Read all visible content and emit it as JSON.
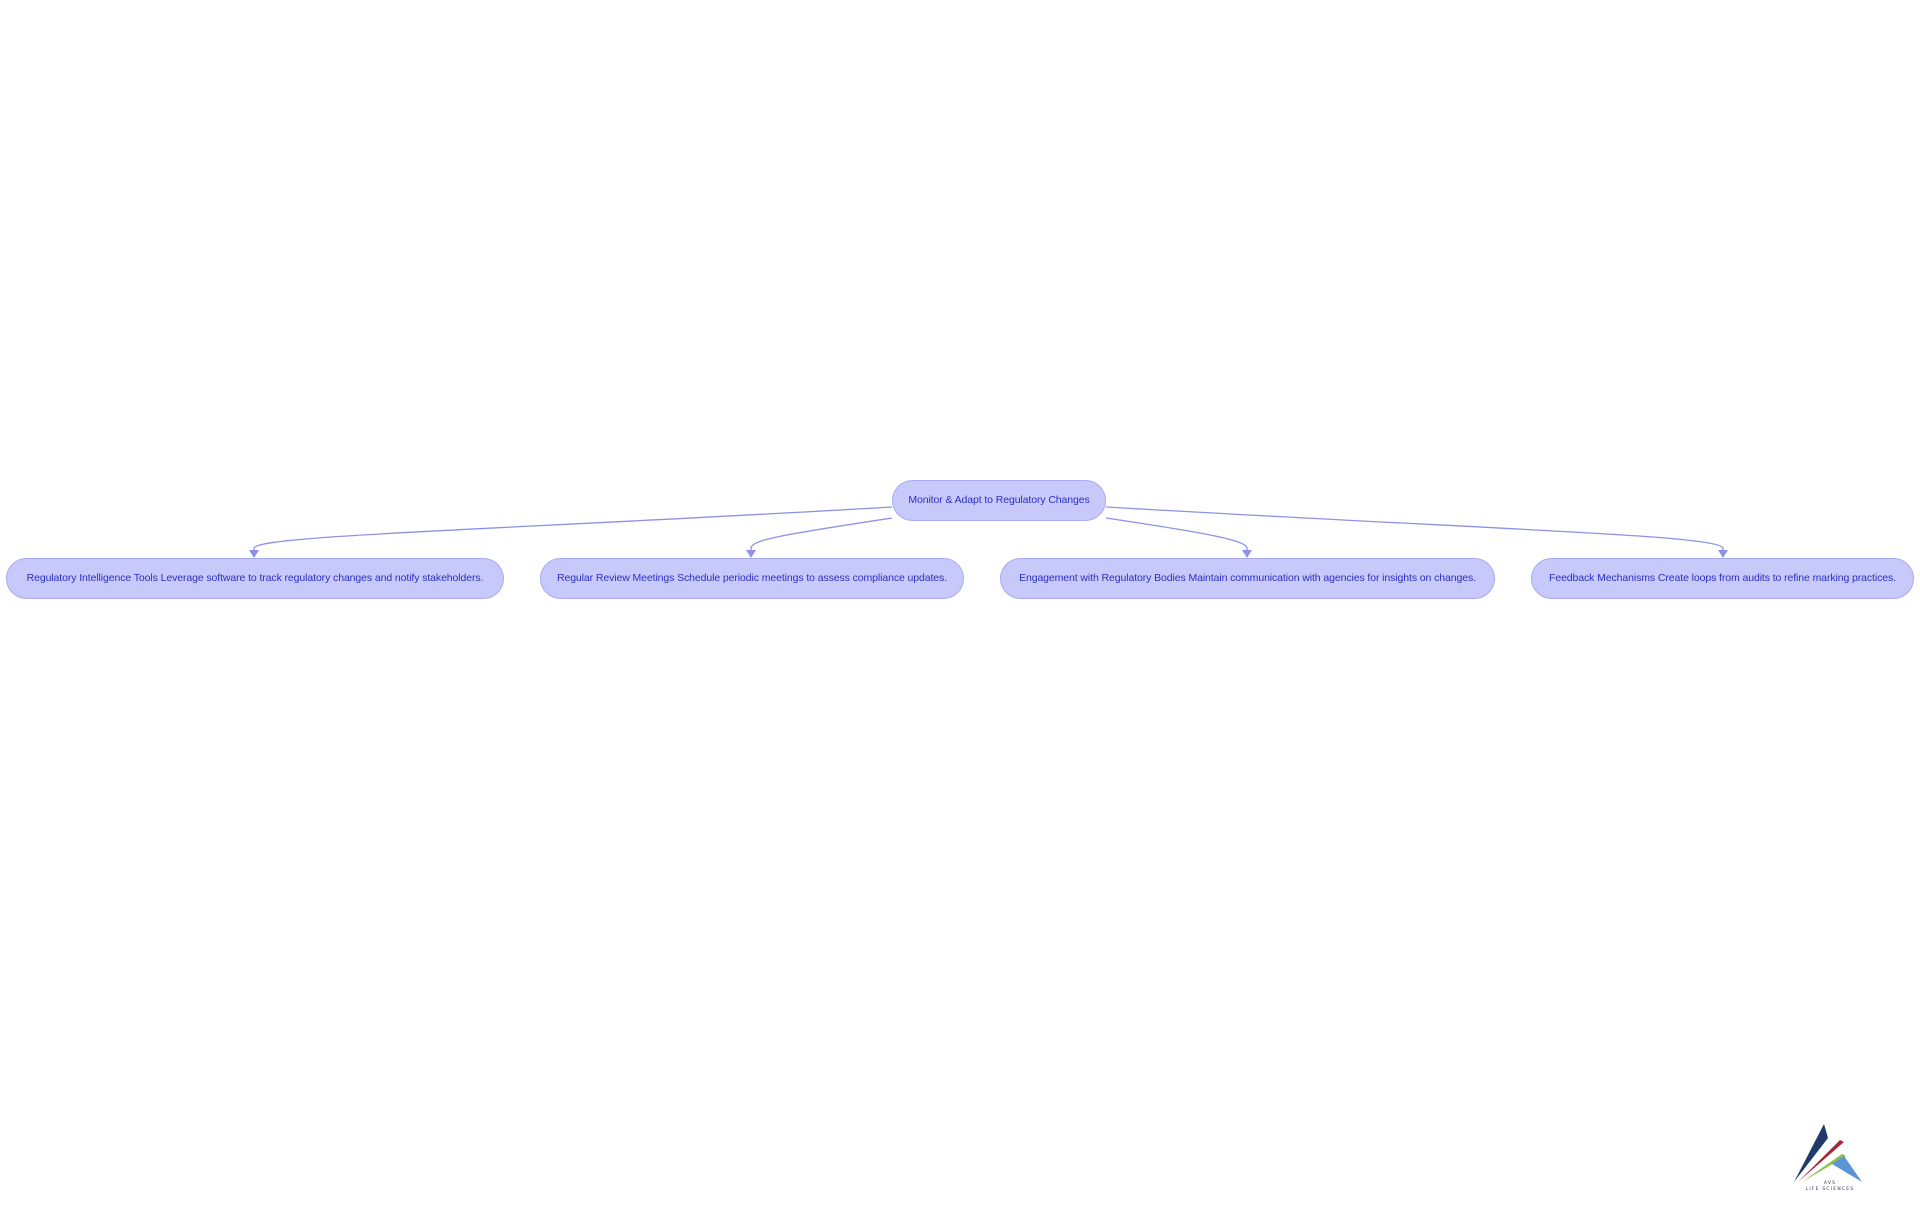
{
  "diagram": {
    "root": {
      "title": "Monitor & Adapt to Regulatory Changes"
    },
    "children": [
      {
        "title": "Regulatory Intelligence Tools",
        "description": "Leverage software to track regulatory changes and notify stakeholders."
      },
      {
        "title": "Regular Review Meetings",
        "description": "Schedule periodic meetings to assess compliance updates."
      },
      {
        "title": "Engagement with Regulatory Bodies",
        "description": "Maintain communication with agencies for insights on changes."
      },
      {
        "title": "Feedback Mechanisms",
        "description": "Create loops from audits to refine marking practices."
      }
    ]
  },
  "colors": {
    "node_fill": "#c7c9fb",
    "node_border": "#a8aaf2",
    "node_text": "#2b2fc2",
    "edge": "#8d91e8"
  },
  "logo": {
    "line1": "AVS",
    "line2": "LIFE SCIENCES"
  }
}
